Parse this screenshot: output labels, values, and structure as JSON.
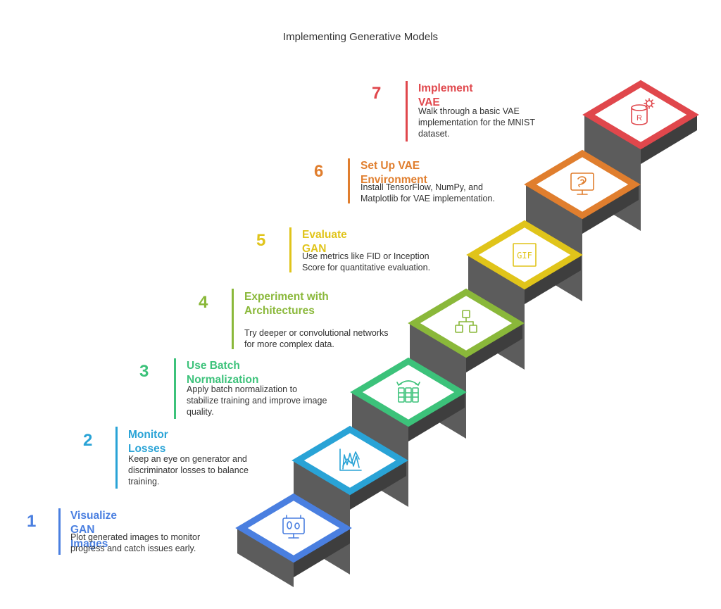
{
  "title": "Implementing Generative Models",
  "steps": [
    {
      "number": "1",
      "title": "Visualize GAN Images",
      "description": "Plot generated images to monitor progress and catch issues early.",
      "color": "#4a7fe0",
      "icon": "monitor-bacteria-icon"
    },
    {
      "number": "2",
      "title": "Monitor Losses",
      "description": "Keep an eye on generator and discriminator losses to balance training.",
      "color": "#29a3d6",
      "icon": "line-chart-icon"
    },
    {
      "number": "3",
      "title": "Use Batch Normalization",
      "description": "Apply batch normalization to stabilize training and improve image quality.",
      "color": "#3cc27a",
      "icon": "data-columns-swap-icon"
    },
    {
      "number": "4",
      "title": "Experiment with Architectures",
      "description": "Try deeper or convolutional networks for more complex data.",
      "color": "#8ab83a",
      "icon": "hierarchy-icon"
    },
    {
      "number": "5",
      "title": "Evaluate GAN",
      "description": "Use metrics like FID or Inception Score for quantitative evaluation.",
      "color": "#e0c41a",
      "icon": "gif-icon"
    },
    {
      "number": "6",
      "title": "Set Up VAE Environment",
      "description": "Install TensorFlow, NumPy, and Matplotlib for VAE implementation.",
      "color": "#e07e2e",
      "icon": "swirl-display-icon"
    },
    {
      "number": "7",
      "title": "Implement VAE",
      "description": "Walk through a basic VAE implementation for the MNIST dataset.",
      "color": "#e0474c",
      "icon": "r-database-gear-icon"
    }
  ]
}
